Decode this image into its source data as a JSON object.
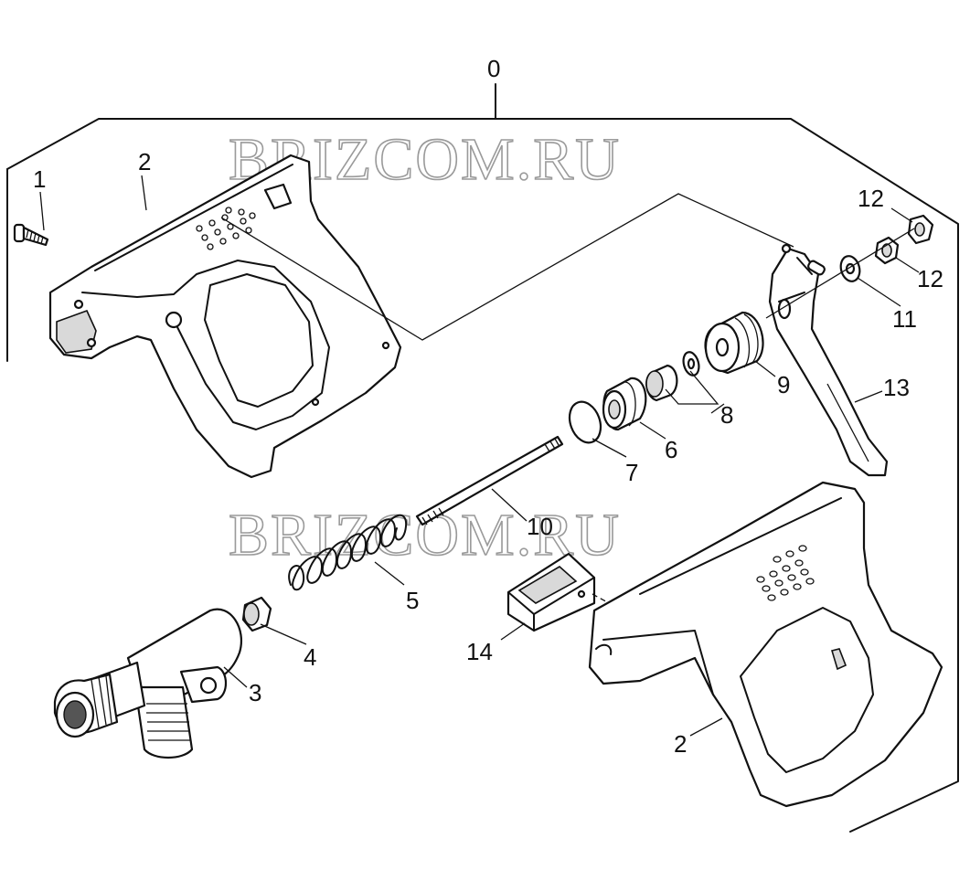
{
  "watermark": "BRIZCOM.RU",
  "callouts": {
    "assembly": "0",
    "screw": "1",
    "housing_half_left": "2",
    "housing_half_right": "2",
    "valve_body": "3",
    "valve_ball": "4",
    "spring": "5",
    "piston": "6",
    "o_ring": "7",
    "seal_set": "8",
    "guide_sleeve": "9",
    "push_rod": "10",
    "washer": "11",
    "nut_outer": "12",
    "nut_inner": "12",
    "trigger": "13",
    "trigger_lock": "14"
  }
}
